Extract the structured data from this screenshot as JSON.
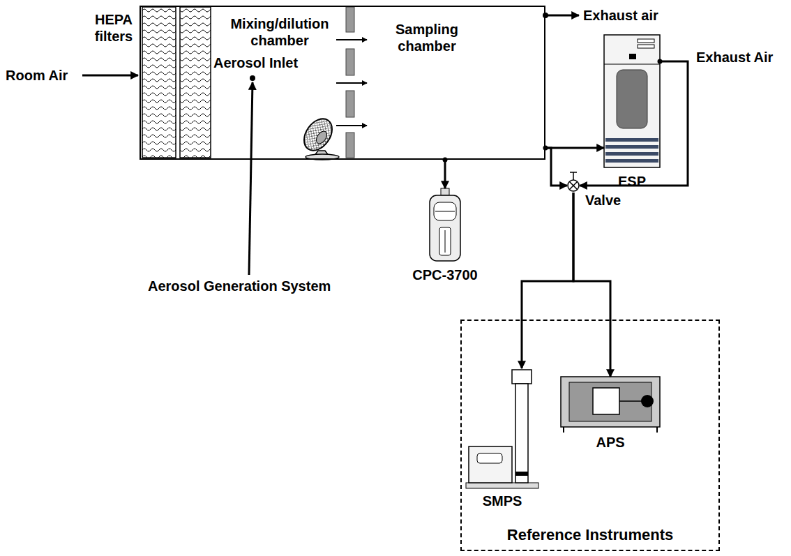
{
  "diagram": {
    "nodes": [
      {
        "text": [
          "Mixing/dilution chamber",
          "Aerosol Inlet",
          "Sampling chamber"
        ]
      },
      {
        "text": [
          "ESP"
        ]
      },
      {
        "text": [
          "CPC-3700"
        ]
      },
      {
        "text": [
          "Valve"
        ]
      },
      {
        "text": [
          "Reference Instruments"
        ]
      },
      {
        "text": [
          "SMPS"
        ],
        "in": 4
      },
      {
        "text": [
          "APS"
        ],
        "in": 4
      }
    ],
    "edges": [
      {
        "from": 0,
        "to": 2,
        "arrow": "to"
      },
      {
        "from": 0,
        "to": 1,
        "arrow": "to"
      },
      {
        "from": 0,
        "to": 3,
        "arrow": "to"
      },
      {
        "from": 1,
        "to": 3,
        "label": "Exhaust Air",
        "arrow": "to"
      },
      {
        "from": 3,
        "to": 5,
        "arrow": "to"
      },
      {
        "from": 3,
        "to": 6,
        "arrow": "to"
      }
    ],
    "labels": [
      "HEPA filters",
      "Room Air",
      "Exhaust air",
      "Aerosol Generation System"
    ]
  }
}
